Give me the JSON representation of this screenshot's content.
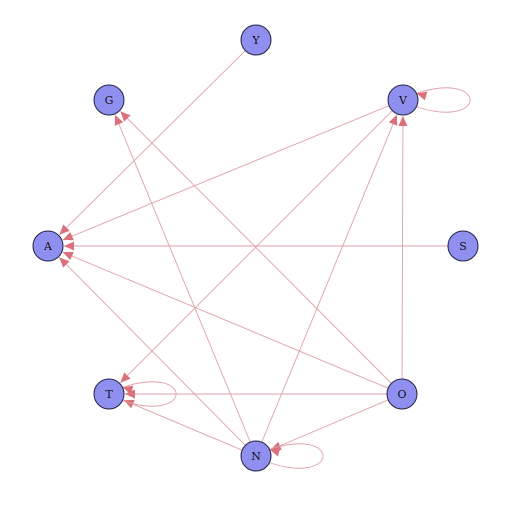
{
  "diagram": {
    "type": "directed-graph",
    "colors": {
      "node_fill": "#8f8ff0",
      "node_stroke": "#222244",
      "edge": "#e0a0a8",
      "arrowhead": "#d9707c"
    },
    "nodes": [
      {
        "id": "Y",
        "label": "Y"
      },
      {
        "id": "G",
        "label": "G"
      },
      {
        "id": "V",
        "label": "V"
      },
      {
        "id": "A",
        "label": "A"
      },
      {
        "id": "S",
        "label": "S"
      },
      {
        "id": "T",
        "label": "T"
      },
      {
        "id": "O",
        "label": "O"
      },
      {
        "id": "N",
        "label": "N"
      }
    ],
    "edges": [
      {
        "from": "Y",
        "to": "A"
      },
      {
        "from": "V",
        "to": "A"
      },
      {
        "from": "S",
        "to": "A"
      },
      {
        "from": "O",
        "to": "A"
      },
      {
        "from": "N",
        "to": "A"
      },
      {
        "from": "O",
        "to": "G"
      },
      {
        "from": "N",
        "to": "G"
      },
      {
        "from": "O",
        "to": "V"
      },
      {
        "from": "N",
        "to": "V"
      },
      {
        "from": "V",
        "to": "T"
      },
      {
        "from": "O",
        "to": "T"
      },
      {
        "from": "N",
        "to": "T"
      },
      {
        "from": "O",
        "to": "N"
      },
      {
        "from": "V",
        "to": "V"
      },
      {
        "from": "T",
        "to": "T"
      },
      {
        "from": "N",
        "to": "N"
      }
    ]
  }
}
